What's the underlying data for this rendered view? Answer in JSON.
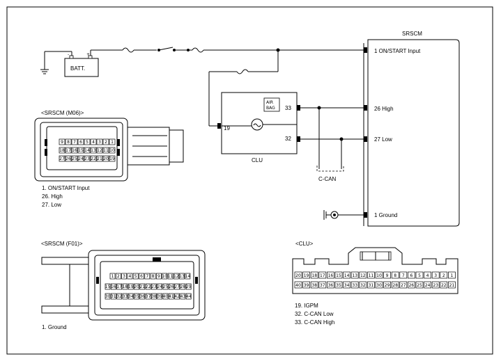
{
  "components": {
    "battery_label": "BATT.",
    "srscm_label": "SRSCM",
    "clu_label": "CLU",
    "can_label": "C-CAN",
    "airbag_line1": "AIR",
    "airbag_line2": "BAG"
  },
  "srscm_pins": {
    "p1": "1 ON/START Input",
    "p26": "26 High",
    "p27": "27 Low",
    "pg": "1 Ground"
  },
  "clu_pins": {
    "p33": "33",
    "p32": "32",
    "p19": "19"
  },
  "connectors": {
    "m06": {
      "title": "<SRSCM (M06)>",
      "legend": [
        "1. ON/START Input",
        "26. High",
        "27. Low"
      ],
      "row1": [
        "9",
        "8",
        "7",
        "6",
        "5",
        "4",
        "3",
        "2",
        "1"
      ],
      "row2": [
        "18",
        "17",
        "16",
        "15",
        "14",
        "13",
        "12",
        "11",
        "10"
      ],
      "row3": [
        "27",
        "26",
        "25",
        "24",
        "23",
        "22",
        "21",
        "20",
        "19"
      ]
    },
    "f01": {
      "title": "<SRSCM (F01)>",
      "legend": [
        "1. Ground"
      ],
      "row1": [
        "1",
        "2",
        "3",
        "4",
        "5",
        "6",
        "7",
        "8",
        "9",
        "10",
        "11",
        "12",
        "13",
        "14"
      ],
      "row2": [
        "15",
        "16",
        "17",
        "18",
        "19",
        "20",
        "21",
        "22",
        "23",
        "24",
        "25",
        "26",
        "27",
        "28",
        "29"
      ],
      "row3": [
        "30",
        "31",
        "32",
        "33",
        "34",
        "35",
        "36",
        "37",
        "38",
        "39",
        "40",
        "41",
        "42",
        "43",
        "44"
      ]
    },
    "clu": {
      "title": "<CLU>",
      "legend": [
        "19. IGPM",
        "32. C-CAN Low",
        "33. C-CAN High"
      ],
      "row1": [
        "20",
        "19",
        "18",
        "17",
        "16",
        "15",
        "14",
        "13",
        "12",
        "11",
        "10",
        "9",
        "8",
        "7",
        "6",
        "5",
        "4",
        "3",
        "2",
        "1"
      ],
      "row2": [
        "40",
        "39",
        "38",
        "37",
        "36",
        "35",
        "34",
        "33",
        "32",
        "31",
        "30",
        "29",
        "28",
        "27",
        "26",
        "25",
        "24",
        "23",
        "22",
        "21"
      ]
    }
  }
}
